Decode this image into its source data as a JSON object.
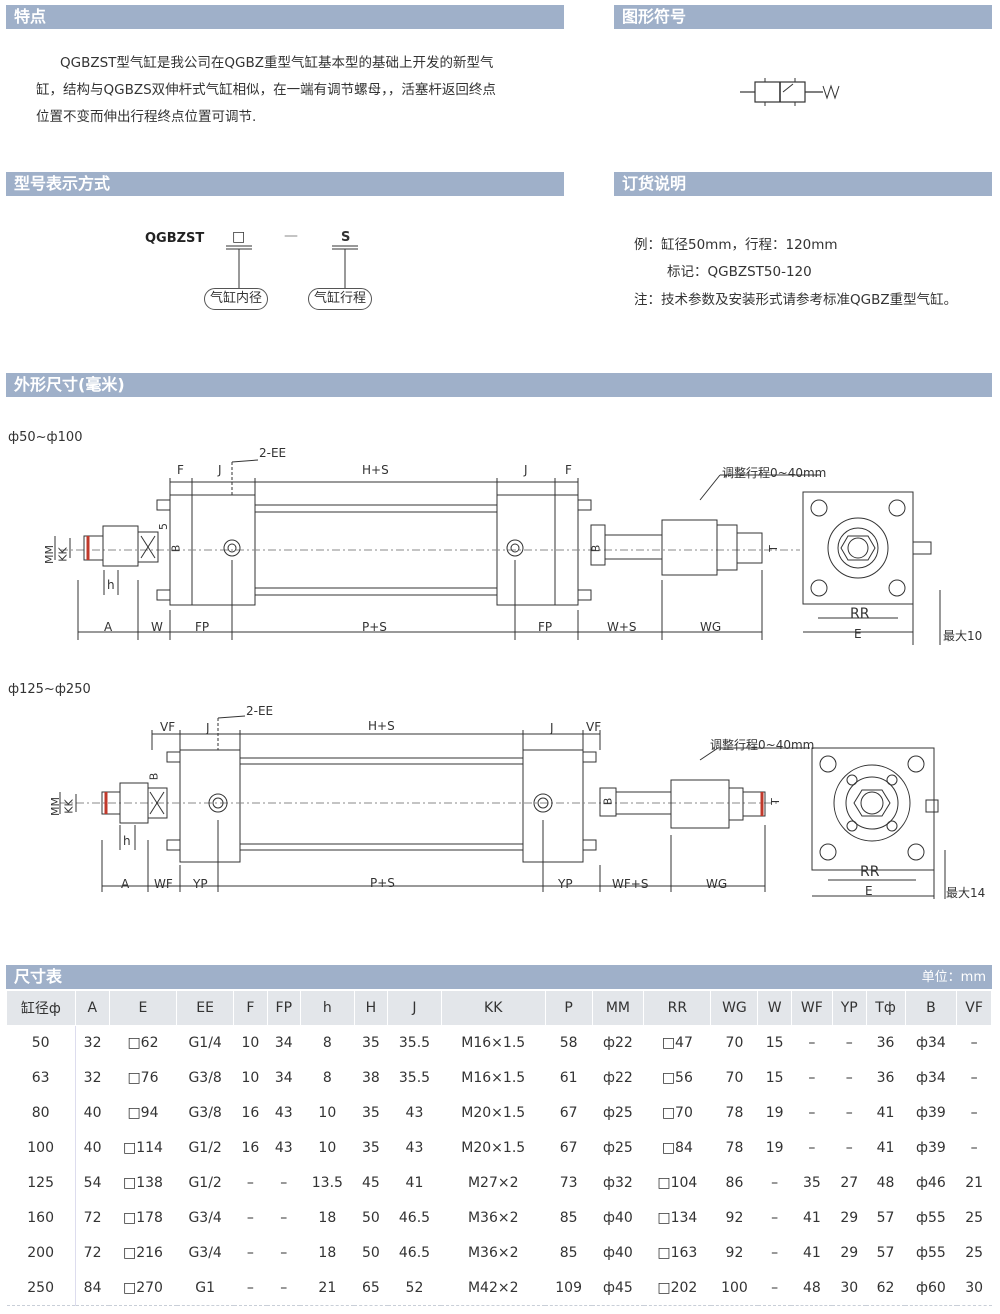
{
  "sections": {
    "features_title": "特点",
    "symbol_title": "图形符号",
    "model_title": "型号表示方式",
    "order_title": "订货说明",
    "dims_title": "外形尺寸(毫米)",
    "table_title": "尺寸表"
  },
  "features": {
    "lines": [
      "QGBZST型气缸是我公司在QGBZ重型气缸基本型的基础上开发的新型气",
      "缸，结构与QGBZS双伸杆式气缸相似，在一端有调节螺母，，活塞杆返回终点",
      "位置不变而伸出行程终点位置可调节."
    ]
  },
  "model": {
    "code": "QGBZST",
    "box": "□",
    "dash": "—",
    "suffix": "S",
    "label_bore": "气缸内径",
    "label_stroke": "气缸行程"
  },
  "order": {
    "line1": "例：缸径50mm，行程：120mm",
    "line2": "标记：QGBZST50-120",
    "line3": "注：技术参数及安装形式请参考标准QGBZ重型气缸。"
  },
  "drawing1": {
    "range": "ф50~ф100",
    "labels": {
      "ee": "2-EE",
      "f": "F",
      "j": "J",
      "hs": "H+S",
      "adjust": "调整行程0~40mm",
      "mm": "MM",
      "kk": "KK",
      "five": "5",
      "b": "B",
      "h": "h",
      "t": "T",
      "a": "A",
      "w": "W",
      "fp": "FP",
      "ps": "P+S",
      "ws": "W+S",
      "wg": "WG",
      "rr": "RR",
      "e": "E",
      "max": "最大10"
    }
  },
  "drawing2": {
    "range": "ф125~ф250",
    "labels": {
      "ee": "2-EE",
      "vf": "VF",
      "j": "J",
      "hs": "H+S",
      "adjust": "调整行程0~40mm",
      "mm": "MM",
      "kk": "KK",
      "b": "B",
      "h": "h",
      "t": "T",
      "a": "A",
      "wf": "WF",
      "yp": "YP",
      "ps": "P+S",
      "wfs": "WF+S",
      "wg": "WG",
      "rr": "RR",
      "e": "E",
      "max": "最大14"
    }
  },
  "table": {
    "unit": "单位：mm",
    "headers": [
      "缸径ф",
      "A",
      "E",
      "EE",
      "F",
      "FP",
      "h",
      "H",
      "J",
      "KK",
      "P",
      "MM",
      "RR",
      "WG",
      "W",
      "WF",
      "YP",
      "Tф",
      "B",
      "VF"
    ],
    "rows": [
      [
        "50",
        "32",
        "□62",
        "G1/4",
        "10",
        "34",
        "8",
        "35",
        "35.5",
        "M16×1.5",
        "58",
        "ф22",
        "□47",
        "70",
        "15",
        "–",
        "–",
        "36",
        "ф34",
        "–"
      ],
      [
        "63",
        "32",
        "□76",
        "G3/8",
        "10",
        "34",
        "8",
        "38",
        "35.5",
        "M16×1.5",
        "61",
        "ф22",
        "□56",
        "70",
        "15",
        "–",
        "–",
        "36",
        "ф34",
        "–"
      ],
      [
        "80",
        "40",
        "□94",
        "G3/8",
        "16",
        "43",
        "10",
        "35",
        "43",
        "M20×1.5",
        "67",
        "ф25",
        "□70",
        "78",
        "19",
        "–",
        "–",
        "41",
        "ф39",
        "–"
      ],
      [
        "100",
        "40",
        "□114",
        "G1/2",
        "16",
        "43",
        "10",
        "35",
        "43",
        "M20×1.5",
        "67",
        "ф25",
        "□84",
        "78",
        "19",
        "–",
        "–",
        "41",
        "ф39",
        "–"
      ],
      [
        "125",
        "54",
        "□138",
        "G1/2",
        "–",
        "–",
        "13.5",
        "45",
        "41",
        "M27×2",
        "73",
        "ф32",
        "□104",
        "86",
        "–",
        "35",
        "27",
        "48",
        "ф46",
        "21"
      ],
      [
        "160",
        "72",
        "□178",
        "G3/4",
        "–",
        "–",
        "18",
        "50",
        "46.5",
        "M36×2",
        "85",
        "ф40",
        "□134",
        "92",
        "–",
        "41",
        "29",
        "57",
        "ф55",
        "25"
      ],
      [
        "200",
        "72",
        "□216",
        "G3/4",
        "–",
        "–",
        "18",
        "50",
        "46.5",
        "M36×2",
        "85",
        "ф40",
        "□163",
        "92",
        "–",
        "41",
        "29",
        "57",
        "ф55",
        "25"
      ],
      [
        "250",
        "84",
        "□270",
        "G1",
        "–",
        "–",
        "21",
        "65",
        "52",
        "M42×2",
        "109",
        "ф45",
        "□202",
        "100",
        "–",
        "48",
        "30",
        "62",
        "ф60",
        "30"
      ]
    ]
  },
  "colors": {
    "header_bar": "#9fb0c9",
    "table_header": "#e3e6ea",
    "rod_accent": "#c0392b"
  }
}
